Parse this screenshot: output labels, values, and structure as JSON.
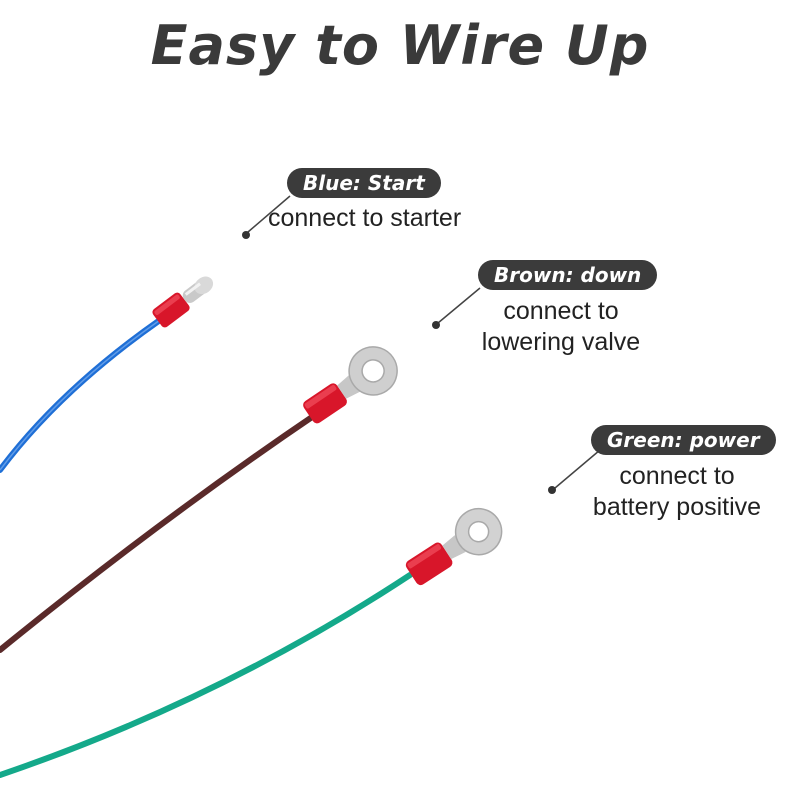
{
  "title": "Easy to Wire Up",
  "labels": [
    {
      "tag": "Blue: Start",
      "lines": [
        "connect to starter"
      ]
    },
    {
      "tag": "Brown: down",
      "lines": [
        "connect to",
        "lowering valve"
      ]
    },
    {
      "tag": "Green: power",
      "lines": [
        "connect to",
        "battery positive"
      ]
    }
  ],
  "colors": {
    "blue_wire": "#1f6fd6",
    "brown_wire": "#5a2a2a",
    "green_wire": "#14a98a",
    "connector": "#d8162a",
    "pill": "#3b3b3b"
  }
}
